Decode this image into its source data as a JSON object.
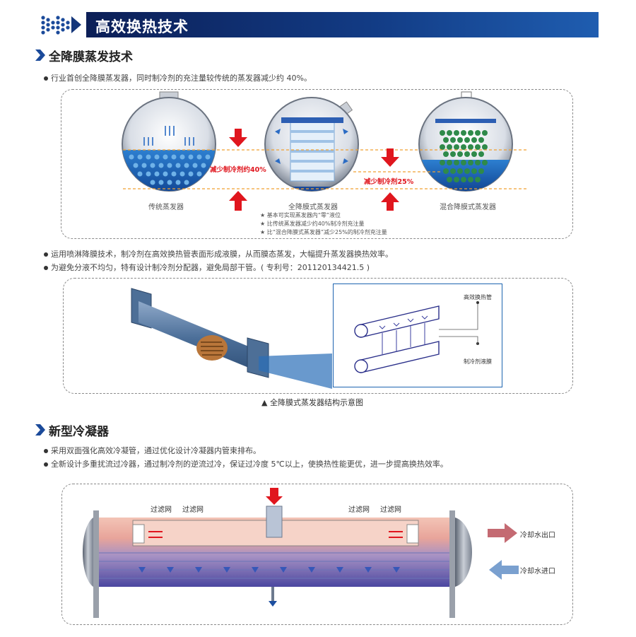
{
  "header": {
    "title": "高效换热技术"
  },
  "sections": {
    "film": {
      "title": "全降膜蒸发技术",
      "bullets": [
        "行业首创全降膜蒸发器，同时制冷剂的充注量较传统的蒸发器减少约 40%。",
        "运用喷淋降膜技术，制冷剂在高效换热管表面形成液膜，从而膜态蒸发，大幅提升蒸发器换热效率。",
        "为避免分液不均匀，特有设计制冷剂分配器，避免局部干管。( 专利号：201120134421.5 )"
      ],
      "evaporators": [
        "传统蒸发器",
        "全降膜式蒸发器",
        "混合降膜式蒸发器"
      ],
      "reduce40": "减少制冷剂约40%",
      "reduce25": "减少制冷剂25%",
      "notes": [
        "★  基本可实现蒸发器内“零”液位",
        "★  比传统蒸发器减少约40%制冷剂充注量",
        "★  比“混合降膜式蒸发器”减少25%的制冷剂充注量"
      ],
      "detail_labels": [
        "高效换热管",
        "制冷剂液膜"
      ],
      "figure_caption": "▲ 全降膜式蒸发器结构示意图"
    },
    "condenser": {
      "title": "新型冷凝器",
      "bullets": [
        "采用双面强化高效冷凝管，通过优化设计冷凝器内管束排布。",
        "全新设计多重扰流过冷器，通过制冷剂的逆流过冷，保证过冷度 5℃以上，使换热性能更优，进一步提高换热效率。"
      ],
      "filter_labels": [
        "过滤网",
        "过滤网",
        "过滤网",
        "过滤网"
      ],
      "water_out": "冷却水出口",
      "water_in": "冷却水进口"
    }
  },
  "colors": {
    "header_dark": "#0c1f57",
    "header_light": "#1f5db0",
    "accent_red": "#e0161e",
    "water_blue": "#2b64ad"
  }
}
